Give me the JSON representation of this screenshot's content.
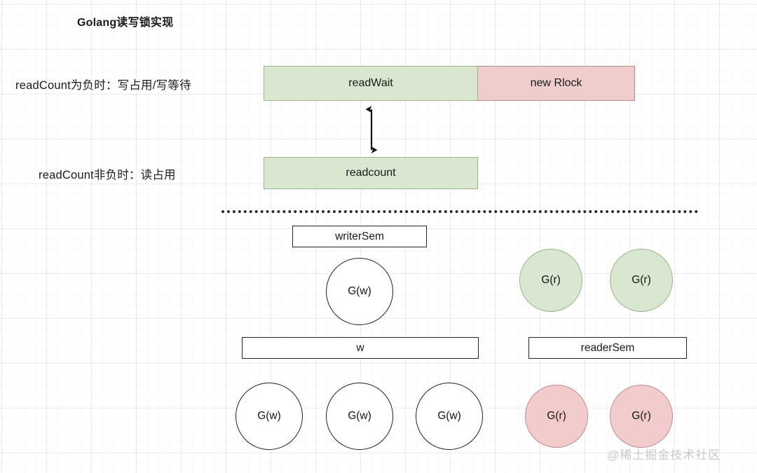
{
  "title": "Golang读写锁实现",
  "labels": {
    "negative_readcount": "readCount为负时：写占用/写等待",
    "nonnegative_readcount": "readCount非负时：读占用"
  },
  "top_row": {
    "read_wait": "readWait",
    "new_rlock": "new Rlock"
  },
  "second_row": {
    "readcount": "readcount"
  },
  "arrow": {
    "name": "bidirectional-arrow"
  },
  "writer_section": {
    "writer_sem": "writerSem",
    "active_writer": "G(w)",
    "w_mutex": "w",
    "waiting_writers": [
      "G(w)",
      "G(w)",
      "G(w)"
    ]
  },
  "reader_section": {
    "reader_sem": "readerSem",
    "active_readers": [
      "G(r)",
      "G(r)"
    ],
    "waiting_readers": [
      "G(r)",
      "G(r)"
    ]
  },
  "watermark": "@稀土掘金技术社区",
  "colors": {
    "green_fill": "#d9e6d0",
    "green_stroke": "#9fb389",
    "pink_fill": "#f0cdcd",
    "pink_stroke": "#b98a8a",
    "outline": "#22262b",
    "text": "#1a1a1a"
  }
}
